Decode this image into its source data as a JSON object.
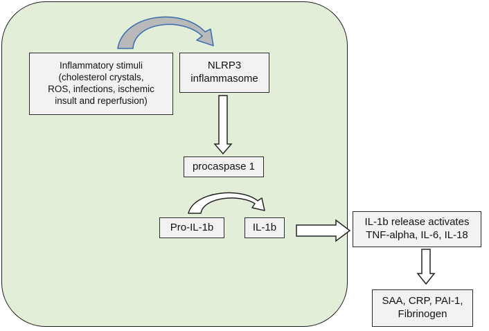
{
  "diagram": {
    "nodes": {
      "stimuli": "Inflammatory  stimuli\n(cholesterol crystals,\nROS, infections, ischemic\ninsult and reperfusion)",
      "nlrp3": "NLRP3\ninflammasome",
      "procaspase": "procaspase 1",
      "pro_il1b": "Pro-IL-1b",
      "il1b": "IL-1b",
      "il1b_release": "IL-1b release activates\nTNF-alpha, IL-6, IL-18",
      "markers": "SAA, CRP, PAI-1,\nFibrinogen"
    },
    "colors": {
      "panel_fill": "#e3eed9",
      "box_fill": "#f2f2f2",
      "curved_arrow_fill": "#b9b9b9",
      "curved_arrow_outline": "#3b6fb0"
    }
  }
}
